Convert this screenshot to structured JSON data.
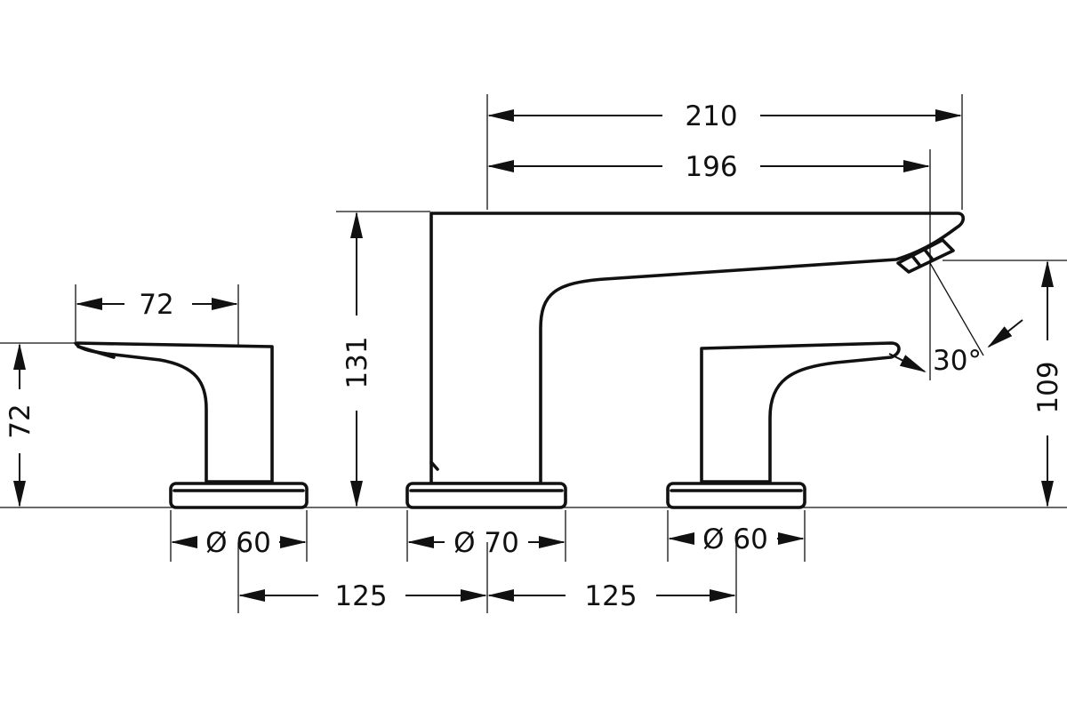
{
  "drawing": {
    "dimensions": {
      "spout_length_overall": "210",
      "spout_length_outlet": "196",
      "spout_height": "131",
      "outlet_height": "109",
      "outlet_angle": "30°",
      "left_handle_length": "72",
      "left_handle_height": "72",
      "left_base_diameter": "Ø 60",
      "spout_base_diameter": "Ø 70",
      "right_base_diameter": "Ø 60",
      "left_spacing": "125",
      "right_spacing": "125"
    }
  }
}
